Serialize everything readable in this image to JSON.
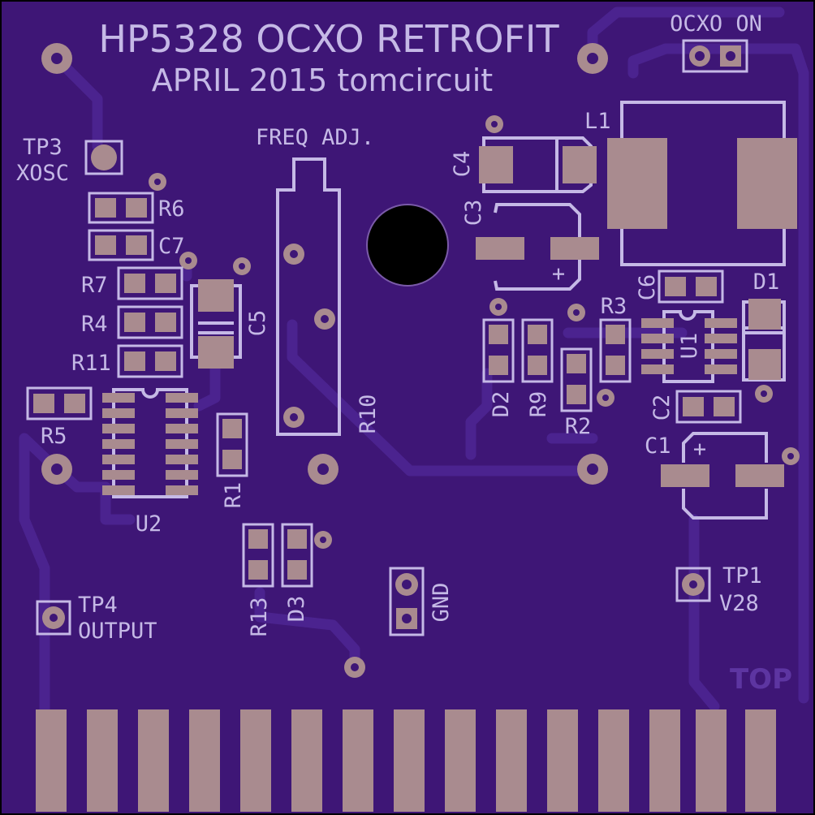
{
  "board": {
    "title": "HP5328 OCXO RETROFIT",
    "subtitle": "APRIL 2015 tomcircuit",
    "layer_label": "TOP",
    "colors": {
      "substrate": "#3e1676",
      "trace": "#4b238f",
      "silkscreen": "#c5b9e6",
      "copper_pad": "#a98b8f"
    }
  },
  "labels": {
    "ocxo_on": "OCXO ON",
    "freq_adj": "FREQ ADJ.",
    "tp3": "TP3",
    "xosc": "XOSC",
    "tp4": "TP4",
    "output": "OUTPUT",
    "tp1": "TP1",
    "v28": "V28",
    "gnd": "GND",
    "plus": "+"
  },
  "components": {
    "L1": "L1",
    "C4": "C4",
    "C3": "C3",
    "C6": "C6",
    "D1": "D1",
    "R3": "R3",
    "U1": "U1",
    "C2": "C2",
    "C1": "C1",
    "D2": "D2",
    "R9": "R9",
    "R2": "R2",
    "R10": "R10",
    "R6": "R6",
    "C7": "C7",
    "R7": "R7",
    "R4": "R4",
    "R11": "R11",
    "C5": "C5",
    "R5": "R5",
    "U2": "U2",
    "R1": "R1",
    "R13": "R13",
    "D3": "D3"
  }
}
